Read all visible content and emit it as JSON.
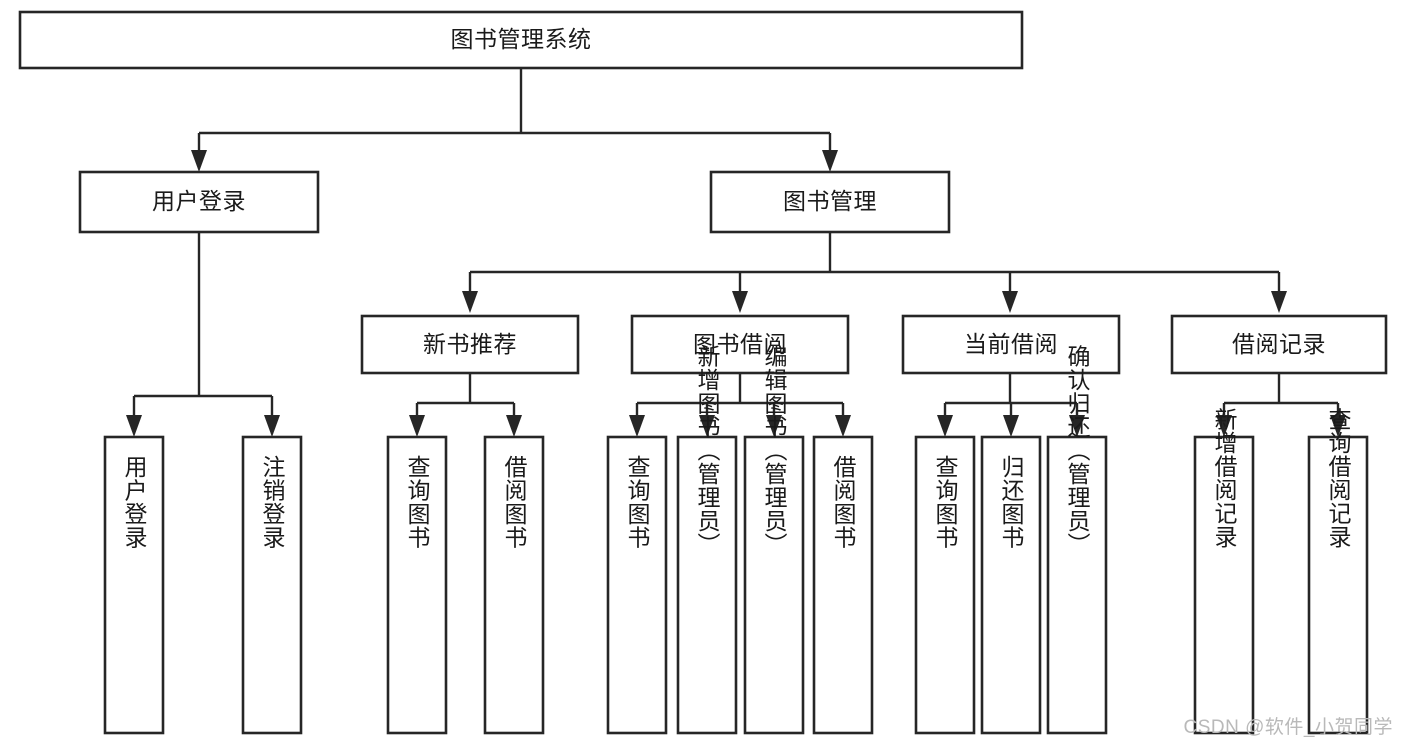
{
  "diagram": {
    "type": "tree-hierarchy",
    "title": "图书管理系统",
    "orientation": "top-down",
    "colors": {
      "box_fill": "#ffffff",
      "box_stroke": "#262626",
      "text": "#1a1a1a",
      "connector": "#262626",
      "watermark": "#b9b9b9",
      "background": "#ffffff"
    },
    "levels": {
      "root": {
        "label": "图书管理系统",
        "orientation": "horizontal"
      },
      "level2": [
        {
          "id": "user-login",
          "label": "用户登录",
          "orientation": "horizontal"
        },
        {
          "id": "book-management",
          "label": "图书管理",
          "orientation": "horizontal"
        }
      ],
      "level3": [
        {
          "id": "new-book-recommend",
          "label": "新书推荐",
          "parent": "book-management",
          "orientation": "horizontal"
        },
        {
          "id": "book-borrow",
          "label": "图书借阅",
          "parent": "book-management",
          "orientation": "horizontal"
        },
        {
          "id": "current-borrow",
          "label": "当前借阅",
          "parent": "book-management",
          "orientation": "horizontal"
        },
        {
          "id": "borrow-record",
          "label": "借阅记录",
          "parent": "book-management",
          "orientation": "horizontal"
        }
      ],
      "leaves": [
        {
          "id": "leaf-user-login",
          "label": "用户登录",
          "parent": "user-login",
          "orientation": "vertical"
        },
        {
          "id": "leaf-user-logout",
          "label": "注销登录",
          "parent": "user-login",
          "orientation": "vertical"
        },
        {
          "id": "leaf-query-book-1",
          "label": "查询图书",
          "parent": "new-book-recommend",
          "orientation": "vertical"
        },
        {
          "id": "leaf-borrow-book-1",
          "label": "借阅图书",
          "parent": "new-book-recommend",
          "orientation": "vertical"
        },
        {
          "id": "leaf-query-book-2",
          "label": "查询图书",
          "parent": "book-borrow",
          "orientation": "vertical"
        },
        {
          "id": "leaf-add-book",
          "label": "新增图书（管理员）",
          "parent": "book-borrow",
          "orientation": "vertical"
        },
        {
          "id": "leaf-edit-book",
          "label": "编辑图书（管理员）",
          "parent": "book-borrow",
          "orientation": "vertical"
        },
        {
          "id": "leaf-borrow-book-2",
          "label": "借阅图书",
          "parent": "book-borrow",
          "orientation": "vertical"
        },
        {
          "id": "leaf-query-book-3",
          "label": "查询图书",
          "parent": "current-borrow",
          "orientation": "vertical"
        },
        {
          "id": "leaf-return-book",
          "label": "归还图书",
          "parent": "current-borrow",
          "orientation": "vertical"
        },
        {
          "id": "leaf-confirm-return",
          "label": "确认归还（管理员）",
          "parent": "current-borrow",
          "orientation": "vertical"
        },
        {
          "id": "leaf-add-record",
          "label": "新增借阅记录",
          "parent": "borrow-record",
          "orientation": "vertical"
        },
        {
          "id": "leaf-query-record",
          "label": "查询借阅记录",
          "parent": "borrow-record",
          "orientation": "vertical"
        }
      ]
    }
  },
  "watermark": {
    "text": "CSDN @软件_小贺同学"
  }
}
